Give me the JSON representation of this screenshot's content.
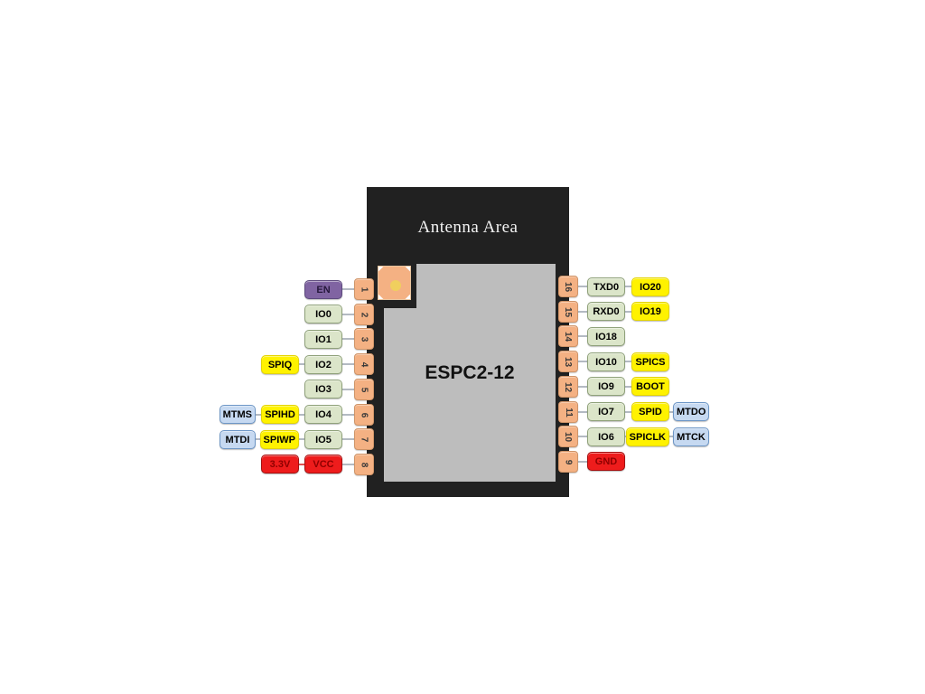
{
  "module": {
    "name": "ESPC2-12",
    "antenna_label": "Antenna Area"
  },
  "colors": {
    "module": "#212121",
    "inner": "#bdbdbd",
    "pin": "#f4b183",
    "green": "#dbe5c9",
    "yellow": "#fff200",
    "blue": "#c6d9f1",
    "purple": "#8064a2",
    "red": "#ee1c1c"
  },
  "legend_semantics": {
    "green": "gpio-signal",
    "yellow": "alt-function",
    "blue": "jtag-signal",
    "purple": "enable-pin",
    "red": "power-pin"
  },
  "pins": {
    "left": [
      {
        "number": "1",
        "labels": [
          {
            "text": "EN",
            "type": "purple"
          }
        ]
      },
      {
        "number": "2",
        "labels": [
          {
            "text": "IO0",
            "type": "green"
          }
        ]
      },
      {
        "number": "3",
        "labels": [
          {
            "text": "IO1",
            "type": "green"
          }
        ]
      },
      {
        "number": "4",
        "labels": [
          {
            "text": "IO2",
            "type": "green"
          },
          {
            "text": "SPIQ",
            "type": "yellow"
          }
        ]
      },
      {
        "number": "5",
        "labels": [
          {
            "text": "IO3",
            "type": "green"
          }
        ]
      },
      {
        "number": "6",
        "labels": [
          {
            "text": "IO4",
            "type": "green"
          },
          {
            "text": "SPIHD",
            "type": "yellow"
          },
          {
            "text": "MTMS",
            "type": "blue"
          }
        ]
      },
      {
        "number": "7",
        "labels": [
          {
            "text": "IO5",
            "type": "green"
          },
          {
            "text": "SPIWP",
            "type": "yellow"
          },
          {
            "text": "MTDI",
            "type": "blue"
          }
        ]
      },
      {
        "number": "8",
        "labels": [
          {
            "text": "VCC",
            "type": "red"
          },
          {
            "text": "3.3V",
            "type": "red",
            "link": "red"
          }
        ]
      }
    ],
    "right": [
      {
        "number": "16",
        "labels": [
          {
            "text": "TXD0",
            "type": "green"
          },
          {
            "text": "IO20",
            "type": "yellow"
          }
        ]
      },
      {
        "number": "15",
        "labels": [
          {
            "text": "RXD0",
            "type": "green"
          },
          {
            "text": "IO19",
            "type": "yellow"
          }
        ]
      },
      {
        "number": "14",
        "labels": [
          {
            "text": "IO18",
            "type": "green"
          }
        ]
      },
      {
        "number": "13",
        "labels": [
          {
            "text": "IO10",
            "type": "green"
          },
          {
            "text": "SPICS",
            "type": "yellow"
          }
        ]
      },
      {
        "number": "12",
        "labels": [
          {
            "text": "IO9",
            "type": "green"
          },
          {
            "text": "BOOT",
            "type": "yellow"
          }
        ]
      },
      {
        "number": "11",
        "labels": [
          {
            "text": "IO7",
            "type": "green"
          },
          {
            "text": "SPID",
            "type": "yellow"
          },
          {
            "text": "MTDO",
            "type": "blue"
          }
        ]
      },
      {
        "number": "10",
        "labels": [
          {
            "text": "IO6",
            "type": "green"
          },
          {
            "text": "SPICLK",
            "type": "yellow"
          },
          {
            "text": "MTCK",
            "type": "blue"
          }
        ]
      },
      {
        "number": "9",
        "labels": [
          {
            "text": "GND",
            "type": "red"
          }
        ]
      }
    ]
  }
}
